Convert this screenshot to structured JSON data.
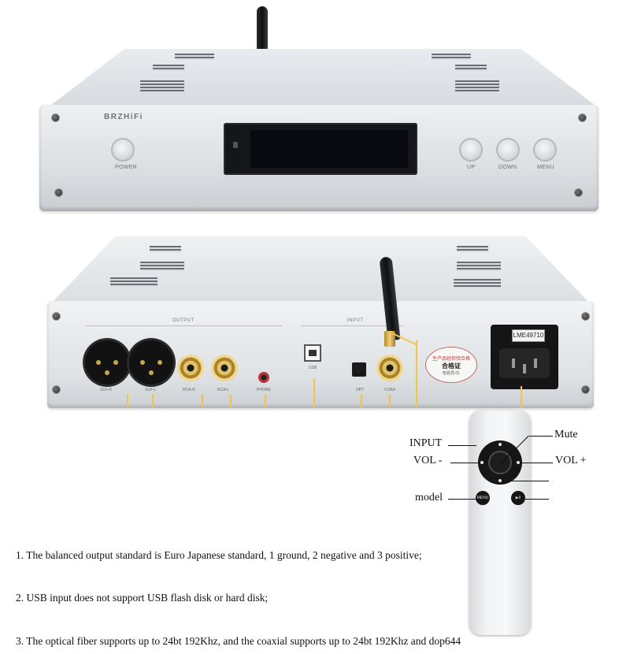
{
  "front": {
    "brand": "BRZHiFi",
    "buttons": {
      "power": "POWER",
      "up": "UP",
      "down": "DOWN",
      "menu": "MENU"
    }
  },
  "rear": {
    "section_output": "OUTPUT",
    "section_input": "INPUT",
    "port_labels": {
      "xlr_r": "XLR-R",
      "xlr_l": "XLR-L",
      "rca_r": "RCA-R",
      "rca_l": "RCA-L",
      "phone": "PHONE",
      "usb": "USB",
      "opt": "OPT",
      "coax": "COAX"
    },
    "fuse_label": "LME49710",
    "seal": {
      "line1": "生产品经检验合格",
      "line2": "合格证",
      "line3": "检验员:01"
    }
  },
  "remote": {
    "callouts": {
      "input": "INPUT",
      "mute": "Mute",
      "vol_minus": "VOL -",
      "vol_plus": "VOL +",
      "model": "model"
    },
    "menu_button": "MENU",
    "play_button": "▶II"
  },
  "notes": [
    "1. The balanced output standard is Euro Japanese standard, 1 ground, 2 negative and 3 positive;",
    "2. USB input does not support USB flash disk or hard disk;",
    "3. The optical fiber supports up to 24bt 192Khz, and the coaxial supports up to 24bt 192Khz and dop644"
  ]
}
